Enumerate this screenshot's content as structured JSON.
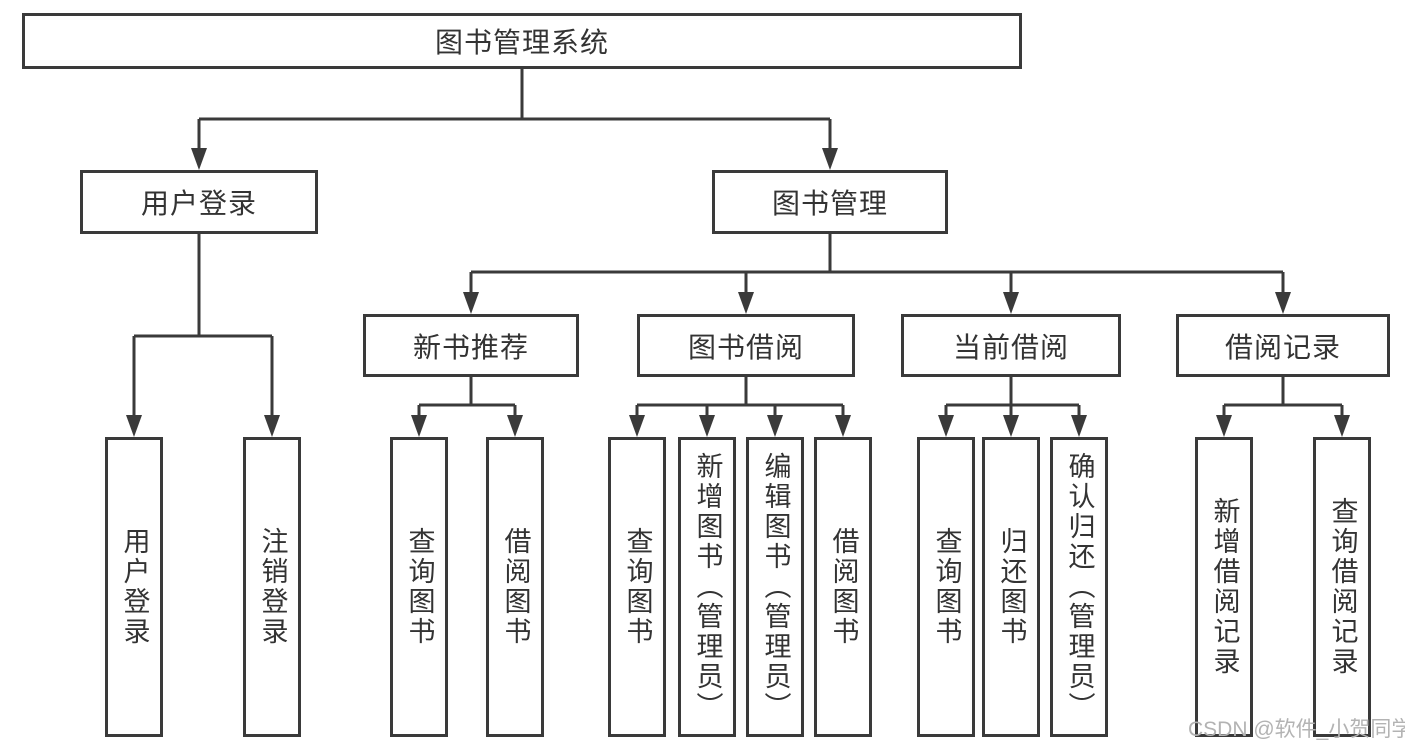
{
  "tree": {
    "root": "图书管理系统",
    "branches": [
      {
        "label": "用户登录",
        "children": [
          "用户登录",
          "注销登录"
        ]
      },
      {
        "label": "图书管理",
        "groups": [
          {
            "label": "新书推荐",
            "children": [
              "查询图书",
              "借阅图书"
            ]
          },
          {
            "label": "图书借阅",
            "children": [
              "查询图书",
              "新增图书（管理员）",
              "编辑图书（管理员）",
              "借阅图书"
            ]
          },
          {
            "label": "当前借阅",
            "children": [
              "查询图书",
              "归还图书",
              "确认归还（管理员）"
            ]
          },
          {
            "label": "借阅记录",
            "children": [
              "新增借阅记录",
              "查询借阅记录"
            ]
          }
        ]
      }
    ]
  },
  "watermark": "CSDN @软件_小贺同学",
  "colors": {
    "line": "#3a3a3a",
    "text": "#333333",
    "watermark": "#b3b3b3",
    "bg": "#ffffff"
  }
}
